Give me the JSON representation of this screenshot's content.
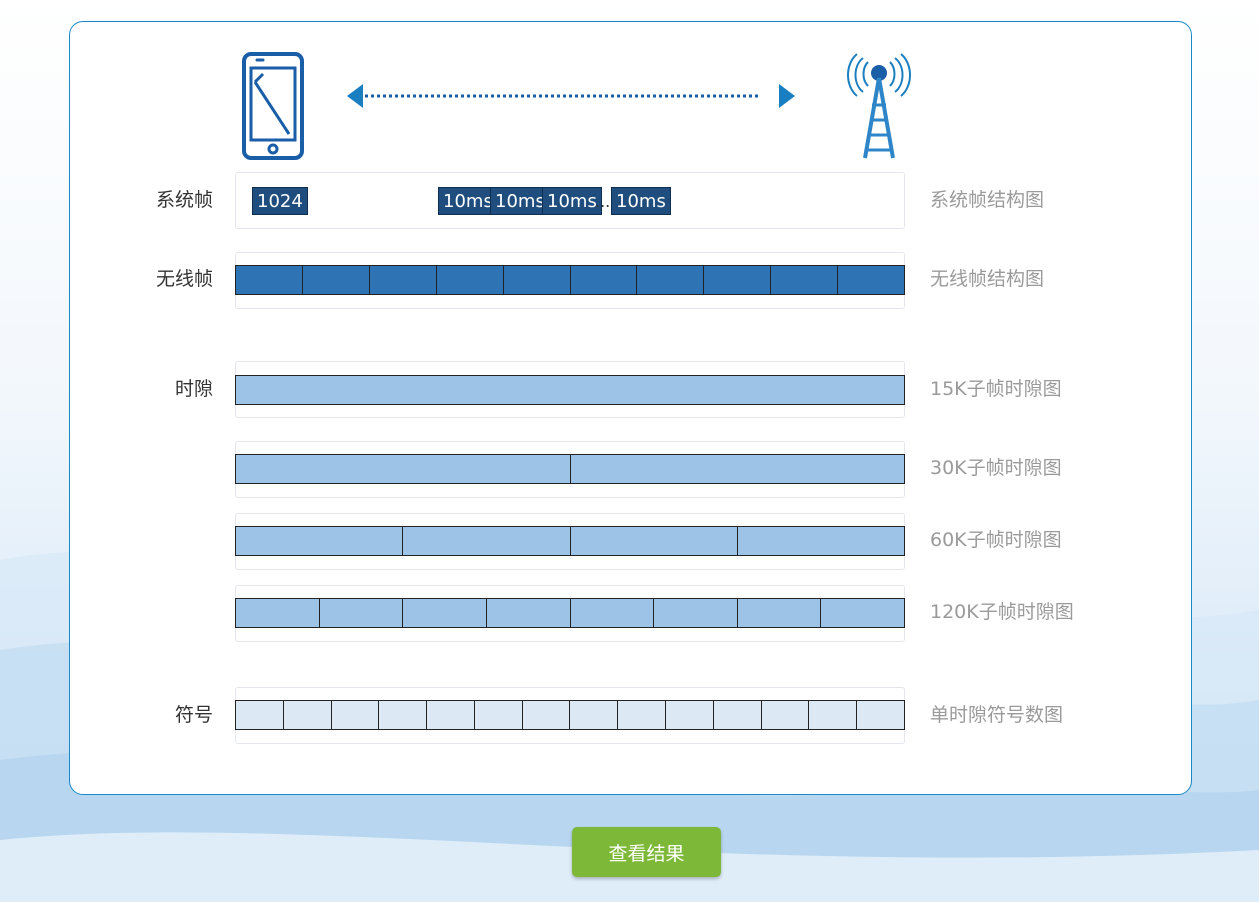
{
  "rows": {
    "system_frame": {
      "label": "系统帧",
      "caption": "系统帧结构图",
      "count_tag": "1024",
      "frame_tags": [
        "10ms",
        "10ms",
        "10ms",
        "10ms"
      ],
      "ellipsis": "..."
    },
    "radio_frame": {
      "label": "无线帧",
      "caption": "无线帧结构图",
      "segments": 10
    },
    "slot_15k": {
      "label": "时隙",
      "caption": "15K子帧时隙图",
      "segments": 1
    },
    "slot_30k": {
      "caption": "30K子帧时隙图",
      "segments": 2
    },
    "slot_60k": {
      "caption": "60K子帧时隙图",
      "segments": 4
    },
    "slot_120k": {
      "caption": "120K子帧时隙图",
      "segments": 8
    },
    "symbol": {
      "label": "符号",
      "caption": "单时隙符号数图",
      "segments": 14
    }
  },
  "button": {
    "label": "查看结果"
  },
  "icons": {
    "phone": "phone-icon",
    "tower": "cell-tower-icon",
    "link": "bidirectional-arrow-icon"
  },
  "colors": {
    "radio": "#2e74b5",
    "slot": "#9dc3e6",
    "symbol": "#dde8f5",
    "tag": "#1f4e7e",
    "button": "#7db838",
    "border": "#1a8ac7"
  }
}
